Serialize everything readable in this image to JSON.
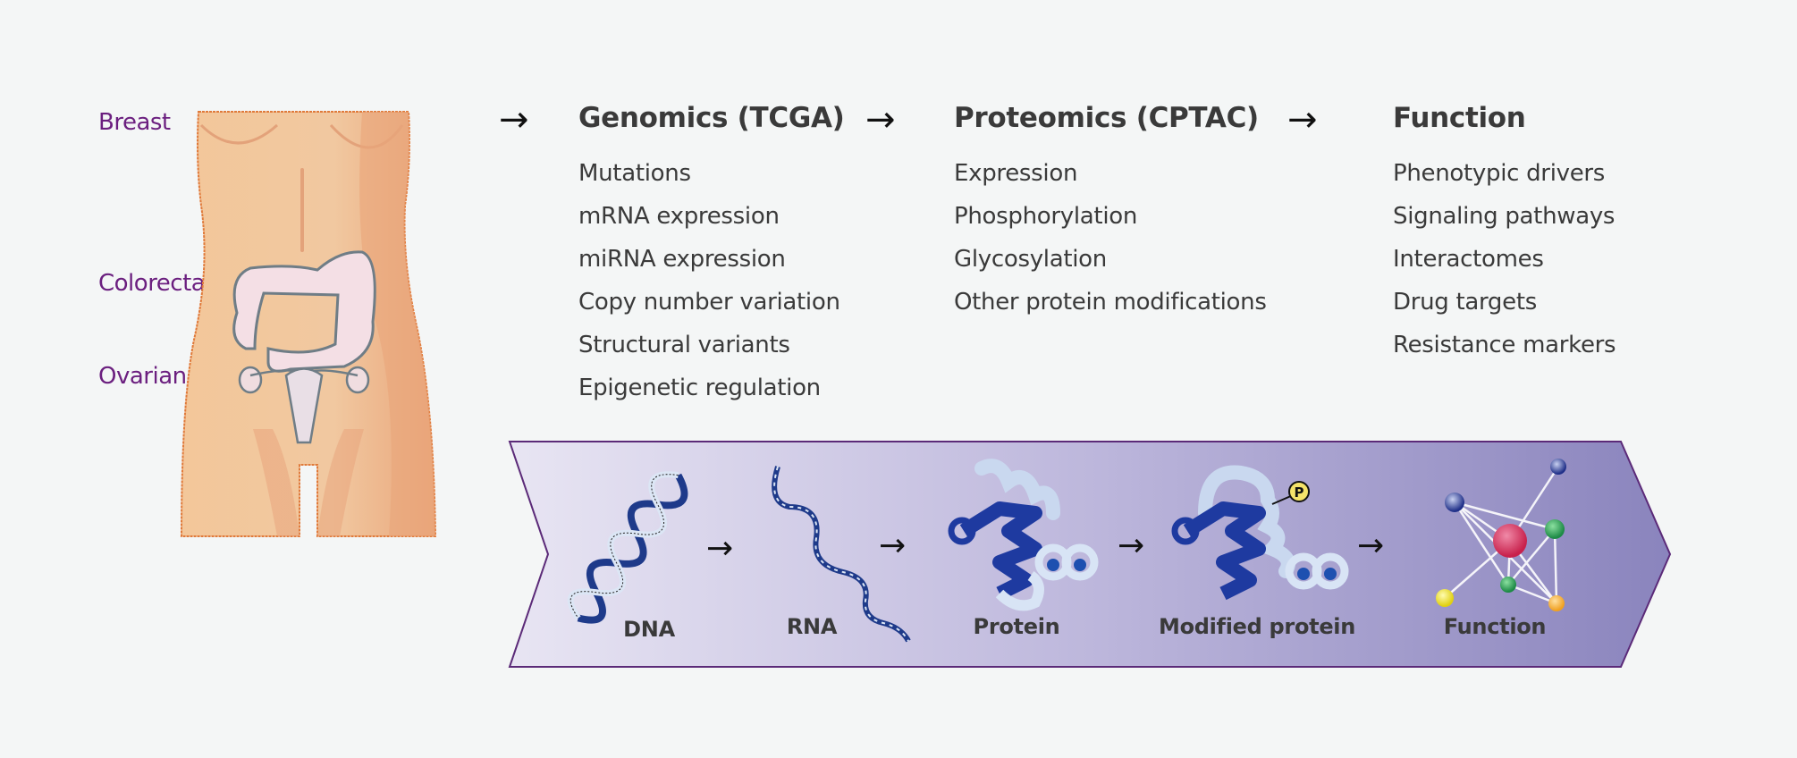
{
  "organs": {
    "labels": [
      "Breast",
      "Colorectal",
      "Ovarian"
    ]
  },
  "flow_arrows": [
    "→",
    "→",
    "→",
    "→"
  ],
  "columns": [
    {
      "title": "Genomics (TCGA)",
      "items": [
        "Mutations",
        "mRNA expression",
        "miRNA expression",
        "Copy number variation",
        "Structural variants",
        "Epigenetic regulation"
      ]
    },
    {
      "title": "Proteomics (CPTAC)",
      "items": [
        "Expression",
        "Phosphorylation",
        "Glycosylation",
        "Other protein modifications"
      ]
    },
    {
      "title": "Function",
      "items": [
        "Phenotypic drivers",
        "Signaling pathways",
        "Interactomes",
        "Drug targets",
        "Resistance markers"
      ]
    }
  ],
  "pipeline": {
    "stages": [
      {
        "label": "DNA",
        "icon": "dna-helix-icon"
      },
      {
        "label": "RNA",
        "icon": "rna-strand-icon"
      },
      {
        "label": "Protein",
        "icon": "protein-structure-icon"
      },
      {
        "label": "Modified protein",
        "icon": "modified-protein-icon",
        "badge": "P"
      },
      {
        "label": "Function",
        "icon": "interaction-network-icon"
      }
    ],
    "arrow": "→",
    "colors": {
      "gradient_start": "#e8e5f3",
      "gradient_end": "#8a84bd",
      "border": "#5b2a78"
    }
  },
  "colors": {
    "organ_label": "#6b1f7f",
    "text": "#3a3a3a",
    "background": "#f4f6f6"
  }
}
